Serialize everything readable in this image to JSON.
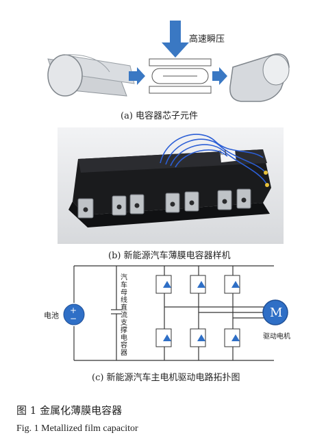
{
  "panel_a": {
    "press_label": "高速瞬压",
    "caption": "(a) 电容器芯子元件"
  },
  "panel_b": {
    "caption": "(b) 新能源汽车薄膜电容器样机",
    "sticker_text": "S.1"
  },
  "panel_c": {
    "battery_label": "电池",
    "bus_cap_label": [
      "汽",
      "车",
      "母",
      "线",
      "直",
      "流",
      "支",
      "撑",
      "电",
      "容",
      "器"
    ],
    "motor_symbol": "M",
    "motor_label": "驱动电机",
    "caption": "(c) 新能源汽车主电机驱动电路拓扑图",
    "plus": "+",
    "minus": "−"
  },
  "figure": {
    "title_cn": "图 1    金属化薄膜电容器",
    "title_en": "Fig. 1    Metallized film capacitor"
  },
  "colors": {
    "arrow_blue": "#3a78c3",
    "battery_blue": "#2f6fc6",
    "diode_blue": "#2f6fc6",
    "line": "#333333"
  }
}
